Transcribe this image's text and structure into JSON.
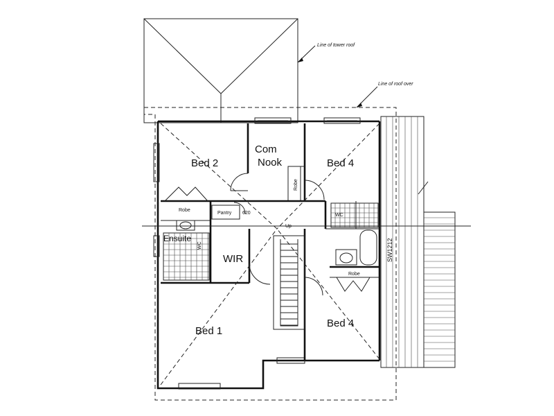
{
  "annotations": {
    "tower_roof": "Line of tower roof",
    "roof_over": "Line of roof over"
  },
  "rooms": {
    "bed2": "Bed 2",
    "com": "Com",
    "nook": "Nook",
    "bed4_top": "Bed 4",
    "robe_vertical": "Robe",
    "robe_left": "Robe",
    "pantry": "Pantry",
    "dim_620": "620",
    "wc_top": "WC",
    "up": "Up",
    "ensuite": "Ensuite",
    "wc_left": "WC",
    "wir": "WIR",
    "sw": "SW1212",
    "robe_right": "Robe",
    "bed1": "Bed 1",
    "bed4_bottom": "Bed 4"
  }
}
